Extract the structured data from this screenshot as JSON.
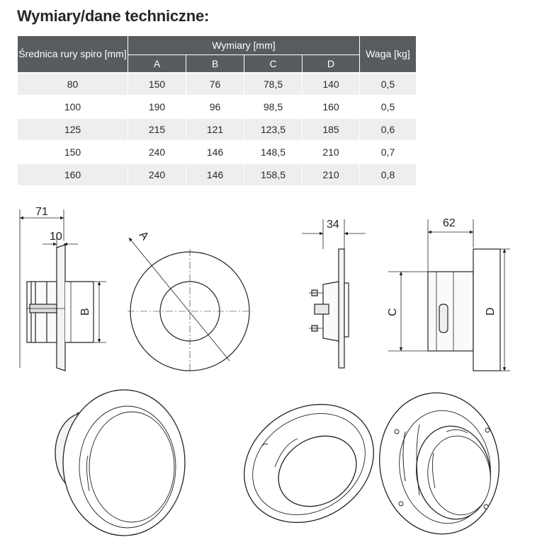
{
  "title": "Wymiary/dane techniczne:",
  "table": {
    "col_diameter": "Średnica rury spiro [mm]",
    "col_dimensions": "Wymiary [mm]",
    "col_weight": "Waga [kg]",
    "sub_headers": [
      "A",
      "B",
      "C",
      "D"
    ],
    "rows": [
      [
        "80",
        "150",
        "76",
        "78,5",
        "140",
        "0,5"
      ],
      [
        "100",
        "190",
        "96",
        "98,5",
        "160",
        "0,5"
      ],
      [
        "125",
        "215",
        "121",
        "123,5",
        "185",
        "0,6"
      ],
      [
        "150",
        "240",
        "146",
        "148,5",
        "210",
        "0,7"
      ],
      [
        "160",
        "240",
        "146",
        "158,5",
        "210",
        "0,8"
      ]
    ]
  },
  "drawing_labels": {
    "dim_71": "71",
    "dim_10": "10",
    "dim_b": "B",
    "dim_a": "A",
    "dim_34": "34",
    "dim_62": "62",
    "dim_c": "C",
    "dim_d": "D"
  },
  "colors": {
    "header_bg": "#595c5e",
    "row_alt_bg": "#eeeeee",
    "line": "#222222"
  }
}
